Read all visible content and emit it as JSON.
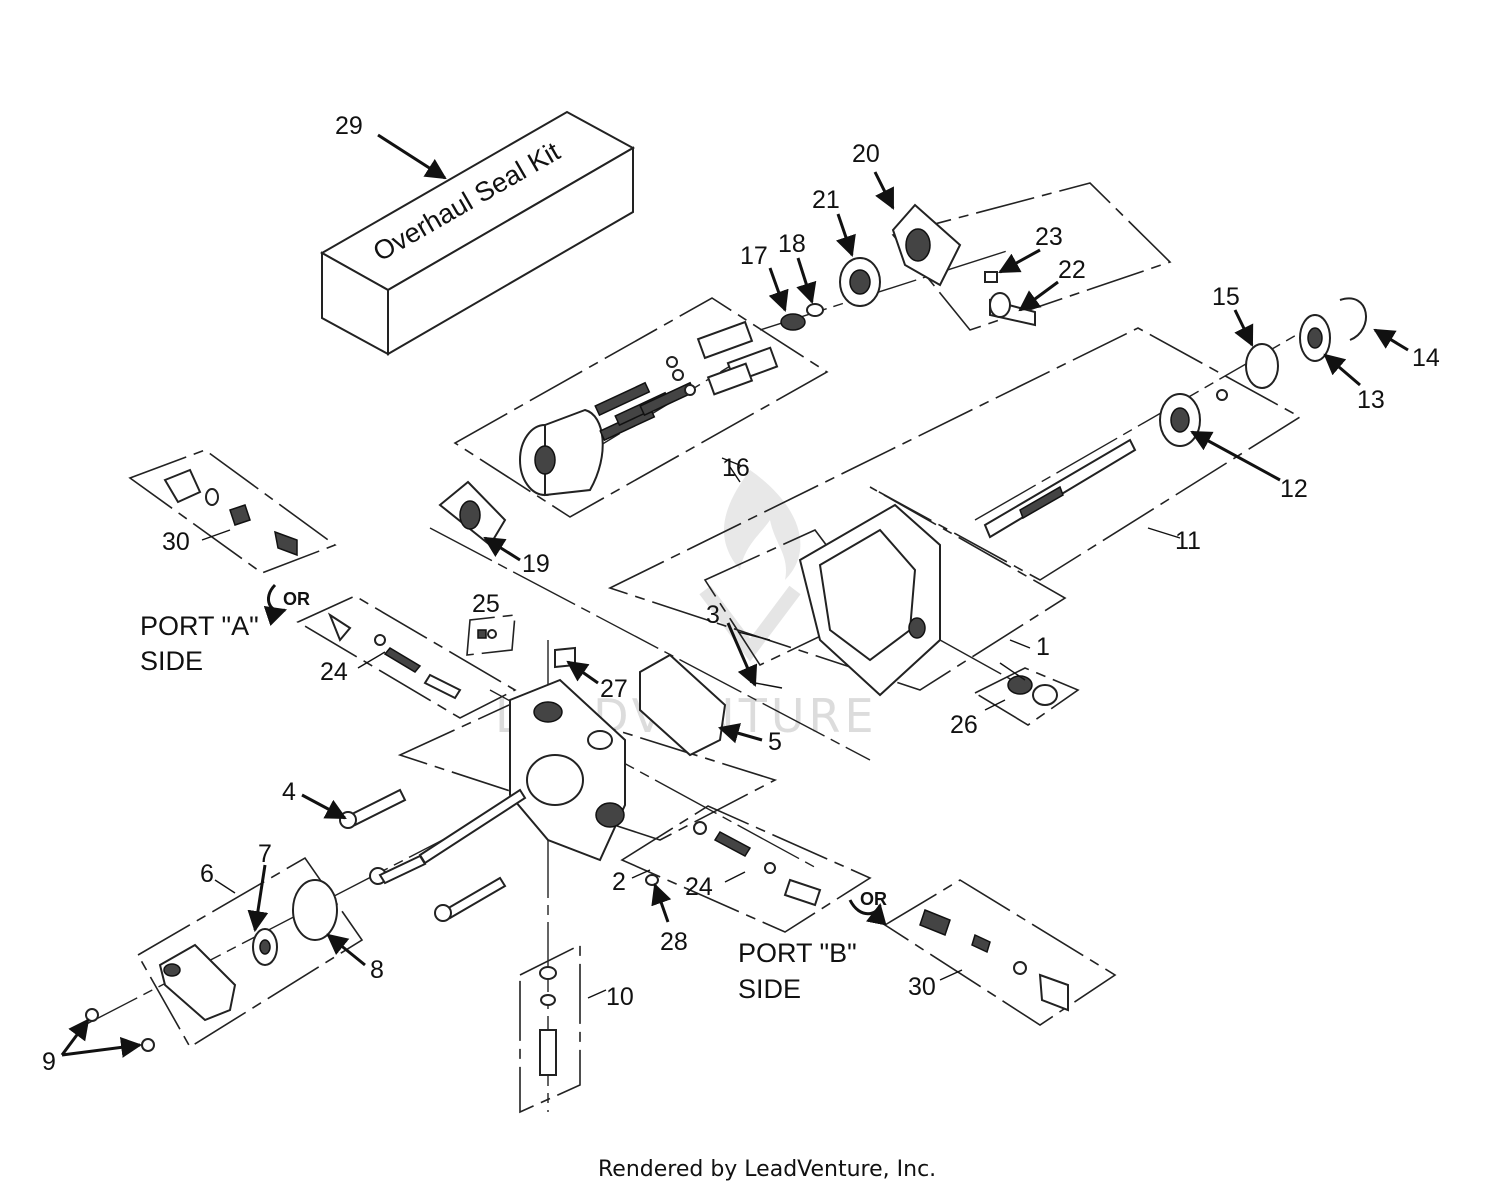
{
  "kit_label": "Overhaul Seal Kit",
  "callouts": {
    "c1": "1",
    "c2": "2",
    "c3": "3",
    "c4": "4",
    "c5": "5",
    "c6": "6",
    "c7": "7",
    "c8": "8",
    "c9": "9",
    "c10": "10",
    "c11": "11",
    "c12": "12",
    "c13": "13",
    "c14": "14",
    "c15": "15",
    "c16": "16",
    "c17": "17",
    "c18": "18",
    "c19": "19",
    "c20": "20",
    "c21": "21",
    "c22": "22",
    "c23": "23",
    "c24a": "24",
    "c24b": "24",
    "c25": "25",
    "c26": "26",
    "c27": "27",
    "c28": "28",
    "c29": "29",
    "c30a": "30",
    "c30b": "30"
  },
  "port_a": {
    "line1": "PORT \"A\"",
    "line2": "SIDE",
    "or": "OR"
  },
  "port_b": {
    "line1": "PORT \"B\"",
    "line2": "SIDE",
    "or": "OR"
  },
  "watermark": "LEADVENTURE",
  "footer": "Rendered by LeadVenture, Inc.",
  "colors": {
    "ink": "#111111",
    "watermark": "#d9d9d9",
    "background": "#ffffff"
  },
  "icons": [
    "rotation-arrow-icon",
    "leadventure-flame-watermark"
  ]
}
